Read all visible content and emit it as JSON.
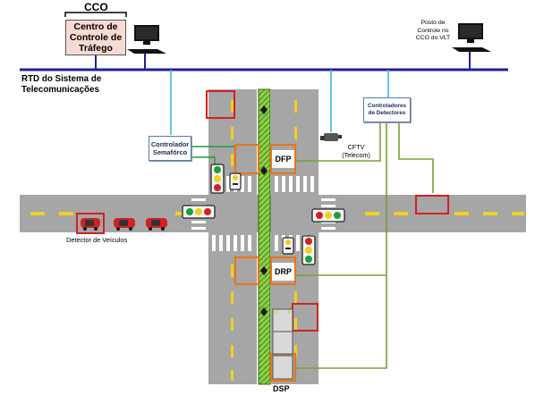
{
  "cco": {
    "label": "CCO",
    "center_box": "Centro de Controle de Tráfego"
  },
  "vlt_post": {
    "label": "Posto de Controle no CCO do VLT"
  },
  "network": {
    "label": "RTD do Sistema de Telecomunicações"
  },
  "nodes": {
    "controlador_semaforo": "Controlador Semafórco",
    "controladores_detectores": "Controladores de Detectores",
    "cftv": "CFTV (Telecom)",
    "dfp": "DFP",
    "drp": "DRP",
    "dsp": "DSP",
    "detector_veiculos": "Detector de Veículos"
  },
  "icons": {
    "workstation": "computer-workstation-icon",
    "camera": "cctv-camera-icon",
    "traffic_light": "traffic-light-icon",
    "tram_signal": "tram-signal-icon",
    "car": "red-car-icon",
    "tram": "tram-icon",
    "tree": "tree-icon"
  },
  "colors": {
    "network_line": "#1f1f9c",
    "cable_line": "#40b8d8",
    "detector_line": "#7aa03a",
    "road": "#a6a6a6",
    "tram_track": "#8dd14a",
    "detector_box": "#e8761c",
    "vehicle_box": "#d42020",
    "cco_box_fill": "#f7dbd2",
    "controller_box_border": "#4f7db8"
  }
}
